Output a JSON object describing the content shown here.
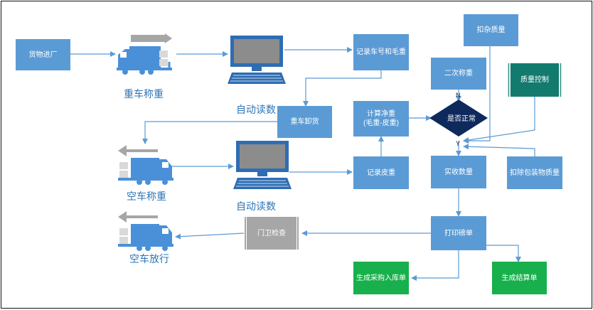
{
  "nodes": {
    "goods_in": "货物进厂",
    "record_plate_gross": "记录车号和毛重",
    "unload": "重车卸货",
    "net_weight": "计算净重\n(毛重-皮重)",
    "record_tare": "记录皮重",
    "deduct_impurity": "扣杂质量",
    "second_weigh": "二次称重",
    "quality_control": "质量控制",
    "is_normal": "是否正常",
    "actual_qty": "实收数量",
    "deduct_packaging": "扣除包装物质量",
    "print_slip": "打印磅单",
    "gate_check": "门卫检查",
    "purchase_receipt": "生成采购入库单",
    "settlement": "生成结算单"
  },
  "captions": {
    "heavy_weigh": "重车称重",
    "auto_read_1": "自动读数",
    "empty_weigh": "空车称重",
    "auto_read_2": "自动读数",
    "empty_release": "空车放行"
  },
  "branch_labels": {
    "no": "N",
    "yes": "Y"
  },
  "colors": {
    "process_blue": "#5b9bd5",
    "output_green": "#18b04c",
    "gate_gray": "#a6a6a6",
    "quality_teal": "#137a6e",
    "decision_navy": "#0e2a5c",
    "truck_blue": "#4a90d9",
    "arrow_gray": "#a6a6a6",
    "connector": "#5b9bd5"
  },
  "icons": [
    "truck-icon",
    "computer-icon"
  ]
}
